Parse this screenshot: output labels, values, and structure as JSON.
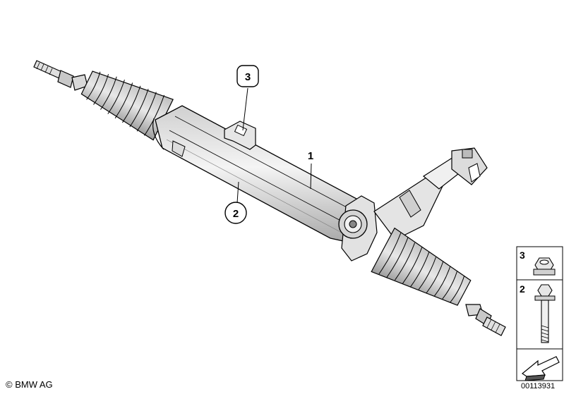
{
  "callouts": [
    {
      "label": "3"
    },
    {
      "label": "1"
    },
    {
      "label": "2"
    }
  ],
  "legend": [
    {
      "label": "3",
      "icon": "hex-nut-icon"
    },
    {
      "label": "2",
      "icon": "hex-bolt-icon"
    }
  ],
  "footer": {
    "copyright": "© BMW AG",
    "document_number": "00113931"
  }
}
